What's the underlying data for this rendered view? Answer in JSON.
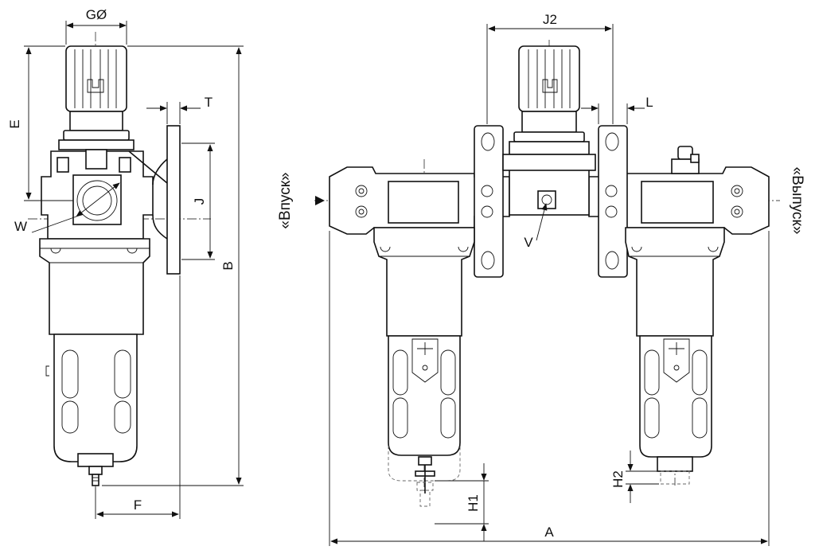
{
  "dimensions": {
    "g": "GØ",
    "e": "E",
    "t": "T",
    "w": "W",
    "j": "J",
    "b": "B",
    "f": "F",
    "j2": "J2",
    "l": "L",
    "v": "V",
    "h1": "H1",
    "h2": "H2",
    "a": "A"
  },
  "ports": {
    "inlet": "«Впуск»",
    "outlet": "«Выпуск»"
  }
}
